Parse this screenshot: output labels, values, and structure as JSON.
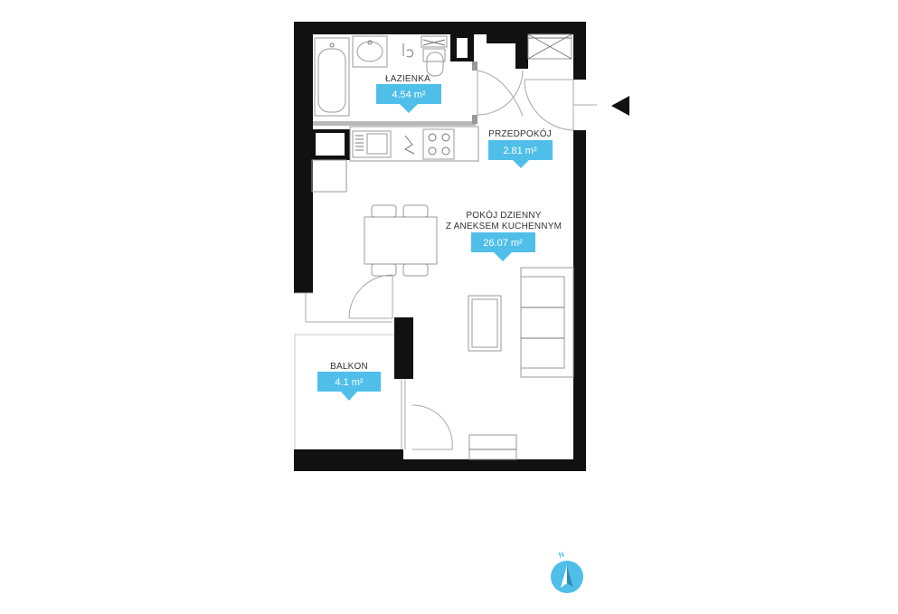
{
  "colors": {
    "accent": "#4fbfea",
    "wall": "#111111",
    "fixture": "#9a9a9a",
    "label": "#333333"
  },
  "rooms": {
    "bathroom": {
      "name": "ŁAZIENKA",
      "area": "4.54 m²"
    },
    "hall": {
      "name": "PRZEDPOKÓJ",
      "area": "2.81 m²"
    },
    "living": {
      "name_line1": "POKÓJ DZIENNY",
      "name_line2": "Z ANEKSEM KUCHENNYM",
      "area": "26.07 m²"
    },
    "balcony": {
      "name": "BALKON",
      "area": "4.1 m²"
    }
  },
  "compass": {
    "label": "N"
  },
  "icons": [
    "entrance-arrow-icon",
    "compass-icon",
    "bathtub-icon",
    "sink-icon",
    "toilet-icon",
    "stove-icon",
    "kitchen-sink-icon"
  ]
}
